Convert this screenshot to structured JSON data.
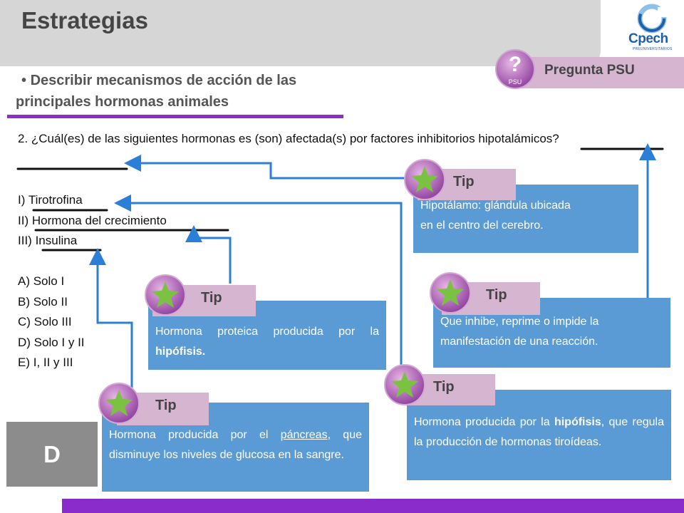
{
  "header": {
    "title": "Estrategias"
  },
  "logo": {
    "name": "Cpech",
    "subtitle": "PREUNIVERSITARIOS",
    "icon": "cpech-logo-icon"
  },
  "psu": {
    "label": "Pregunta PSU",
    "icon_text": "PSU",
    "icon": "question-mark-icon"
  },
  "objective": {
    "bullet": "•",
    "line1": "Describir mecanismos de acción de las",
    "line2": "principales hormonas animales"
  },
  "question": {
    "prefix": "2. ¿Cuál(es) de las siguientes hormonas es (son) afectada(s) por factores",
    "underlined": "inhibitorios",
    "underlined2": "hipotalámicos",
    "suffix": "?"
  },
  "statements": [
    {
      "num": "I)",
      "text": "Tirotrofina"
    },
    {
      "num": "II)",
      "text": "Hormona del crecimiento"
    },
    {
      "num": "III)",
      "text": "Insulina"
    }
  ],
  "options": [
    "A) Solo I",
    "B) Solo II",
    "C) Solo III",
    "D) Solo I y II",
    "E) I, II y III"
  ],
  "tips": {
    "label": "Tip",
    "hipotalamo": {
      "line1": "Hipotálamo: glándula ubicada",
      "line2": "en el centro del cerebro."
    },
    "inhibe": {
      "line1": "Que inhibe, reprime o impide la",
      "line2": "manifestación de una reacción."
    },
    "proteica": {
      "pre": "Hormona proteica producida por la",
      "bold": "hipófisis."
    },
    "tiroideas": {
      "pre": "Hormona producida por la",
      "bold": "hipófisis",
      "post": ", que regula la producción de hormonas tiroídeas."
    },
    "pancreas": {
      "pre": "Hormona producida por el",
      "underlined": "páncreas",
      "post": ", que disminuye los niveles de glucosa en la sangre."
    }
  },
  "answer": {
    "letter": "D"
  },
  "colors": {
    "tip_box": "#5b9bd5",
    "tip_label": "#d6b5d1",
    "accent": "#8a2ccb",
    "star": "#7cc242",
    "connector": "#2b7fd6"
  }
}
